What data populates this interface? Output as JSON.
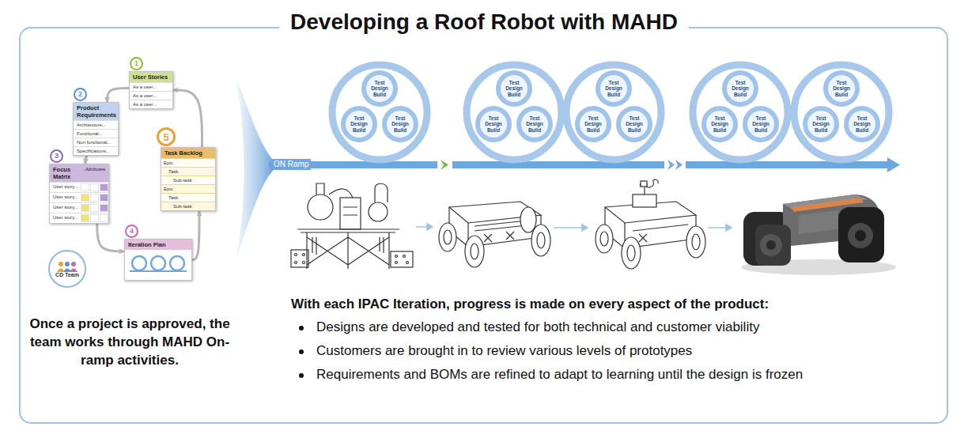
{
  "diagram": {
    "title": "Developing a Roof Robot with MAHD",
    "nodes": [
      {
        "text": [
          "1",
          "User Stories",
          "As a user...",
          "As a user...",
          "As a user..."
        ]
      },
      {
        "text": [
          "2",
          "Product Requirements",
          "Architecture...",
          "Functional...",
          "Non functional...",
          "Specifications..."
        ]
      },
      {
        "text": [
          "3",
          "Focus Matrix",
          "Attributes",
          "User story...",
          "User story...",
          "User story...",
          "User story..."
        ]
      },
      {
        "text": [
          "4",
          "Iteration Plan"
        ]
      },
      {
        "text": [
          "5",
          "Task Backlog",
          "Epic",
          "Task",
          "Sub-task",
          "Epic",
          "Task",
          "Sub-task"
        ]
      },
      {
        "text": [
          "CD Team"
        ]
      },
      {
        "text": [
          "Test",
          "Design",
          "Build"
        ]
      },
      {
        "text": [
          "Test",
          "Design",
          "Build"
        ]
      },
      {
        "text": [
          "Test",
          "Design",
          "Build"
        ]
      },
      {
        "text": [
          "Test",
          "Design",
          "Build"
        ]
      },
      {
        "text": [
          "Test",
          "Design",
          "Build"
        ]
      },
      {
        "text": [
          "Test",
          "Design",
          "Build"
        ]
      },
      {
        "text": [
          "Test",
          "Design",
          "Build"
        ]
      },
      {
        "text": [
          "Test",
          "Design",
          "Build"
        ]
      },
      {
        "text": [
          "Test",
          "Design",
          "Build"
        ]
      },
      {
        "text": [
          "Test",
          "Design",
          "Build"
        ]
      },
      {
        "text": [
          "Test",
          "Design",
          "Build"
        ]
      },
      {
        "text": [
          "Test",
          "Design",
          "Build"
        ]
      },
      {
        "text": [
          "Test",
          "Design",
          "Build"
        ]
      },
      {
        "text": [
          "Test",
          "Design",
          "Build"
        ]
      },
      {
        "text": [
          "Test",
          "Design",
          "Build"
        ]
      }
    ],
    "edges": [
      {
        "from": 0,
        "to": 1,
        "arrow": "to"
      },
      {
        "from": 1,
        "to": 2,
        "arrow": "to"
      },
      {
        "from": 2,
        "to": 3,
        "arrow": "to"
      },
      {
        "from": 3,
        "to": 4,
        "arrow": "to"
      },
      {
        "from": 4,
        "to": 0,
        "arrow": "to"
      }
    ],
    "labels": [
      "ON Ramp",
      "Once a project is approved, the team works through MAHD On-ramp activities.",
      "With each IPAC Iteration, progress is made on every aspect of the product:",
      "Designs are developed and tested for both technical and customer viability",
      "Customers are brought in to review various levels of prototypes",
      "Requirements and BOMs are refined to adapt to learning until the design is frozen"
    ]
  }
}
